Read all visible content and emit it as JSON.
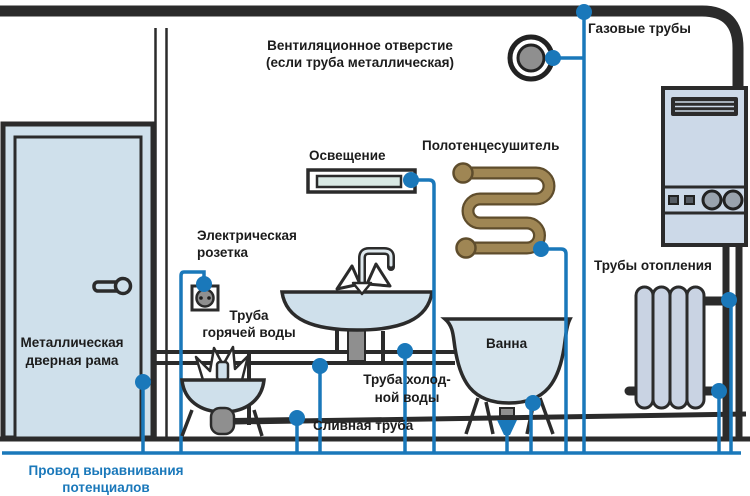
{
  "diagram": {
    "type": "bathroom-potential-equalization-scheme",
    "colors": {
      "outline": "#2b2b2b",
      "bond_blue": "#1a78ba",
      "fixture_fill": "#cfe0eb",
      "bath_fill": "#d6e4ed",
      "boiler_fill": "#ccd9e8",
      "radiator_fill": "#c9d3e3",
      "gray_fill": "#8f8f8f",
      "brass": "#9f8654",
      "lamp_fill": "#d9e9e4",
      "background": "#ffffff"
    },
    "labels": {
      "gas_pipes": "Газовые трубы",
      "vent": [
        "Вентиляционное отверстие",
        "(если труба металлическая)"
      ],
      "lighting": "Освещение",
      "towel_warmer": "Полотенцесушитель",
      "outlet": [
        "Электрическая",
        "розетка"
      ],
      "hot_water": [
        "Труба",
        "горячей воды"
      ],
      "cold_water": [
        "Труба холод-",
        "ной воды"
      ],
      "bath": "Ванна",
      "drain_pipe": "Сливная труба",
      "heating_pipes": "Трубы отопления",
      "door_frame": [
        "Металлическая",
        "дверная рама"
      ],
      "bonding_wire": [
        "Провод выравнивания",
        "потенциалов"
      ]
    }
  }
}
